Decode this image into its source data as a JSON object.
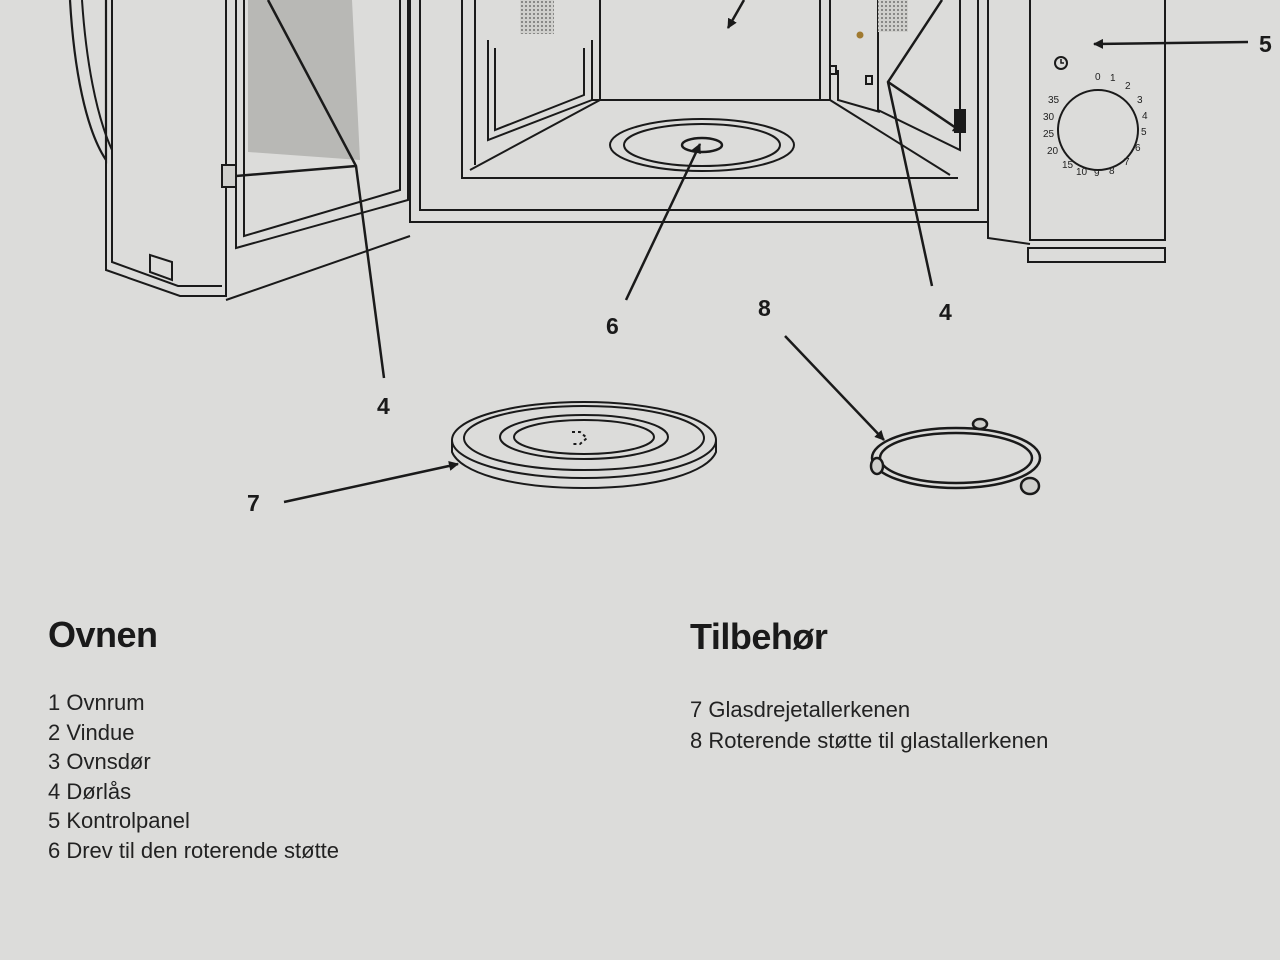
{
  "diagram": {
    "callouts": {
      "c4_left": "4",
      "c4_right": "4",
      "c5": "5",
      "c6": "6",
      "c7": "7",
      "c8": "8"
    },
    "timer_dial": {
      "numbers": [
        "0",
        "1",
        "2",
        "3",
        "4",
        "5",
        "6",
        "7",
        "8",
        "9",
        "10",
        "15",
        "20",
        "25",
        "30",
        "35"
      ]
    },
    "line_color": "#1a1a1a",
    "paper_color": "#dcdcda"
  },
  "oven_section": {
    "title": "Ovnen",
    "items": [
      "1 Ovnrum",
      "2 Vindue",
      "3 Ovnsdør",
      "4 Dørlås",
      "5 Kontrolpanel",
      "6 Drev til den roterende støtte"
    ]
  },
  "accessories_section": {
    "title": "Tilbehør",
    "items": [
      "7 Glasdrejetallerkenen",
      "8 Roterende støtte til glastallerkenen"
    ]
  }
}
